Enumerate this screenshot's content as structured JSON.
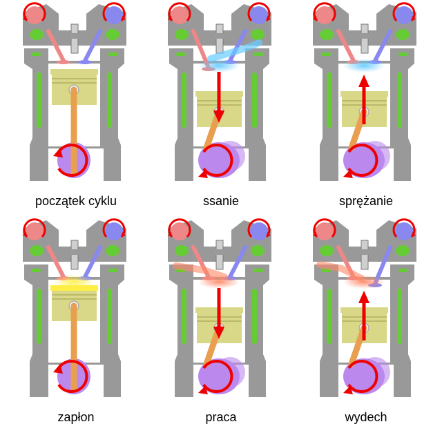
{
  "stages": [
    {
      "label": "początek cyklu",
      "piston": "top",
      "crank": "bottom",
      "intake_valve": "closed",
      "exhaust_valve": "closed",
      "intake_flow": false,
      "exhaust_flow": false,
      "chamber": "none",
      "piston_arrow": "none",
      "crank_rotation_arrow": true
    },
    {
      "label": "ssanie",
      "piston": "bottom",
      "crank": "top",
      "intake_valve": "open",
      "exhaust_valve": "closed",
      "intake_flow": true,
      "exhaust_flow": false,
      "chamber": "intake",
      "piston_arrow": "down",
      "crank_rotation_arrow": true
    },
    {
      "label": "sprężanie",
      "piston": "bottom",
      "crank": "top",
      "intake_valve": "closed",
      "exhaust_valve": "closed",
      "intake_flow": false,
      "exhaust_flow": false,
      "chamber": "intake",
      "piston_arrow": "up",
      "crank_rotation_arrow": true
    },
    {
      "label": "zapłon",
      "piston": "top",
      "crank": "bottom",
      "intake_valve": "closed",
      "exhaust_valve": "closed",
      "intake_flow": false,
      "exhaust_flow": false,
      "chamber": "ignition",
      "piston_arrow": "none",
      "crank_rotation_arrow": true
    },
    {
      "label": "praca",
      "piston": "bottom",
      "crank": "top",
      "intake_valve": "closed",
      "exhaust_valve": "closed",
      "intake_flow": false,
      "exhaust_flow": true,
      "chamber": "exhaust",
      "piston_arrow": "down",
      "crank_rotation_arrow": true
    },
    {
      "label": "wydech",
      "piston": "bottom",
      "crank": "top",
      "intake_valve": "closed",
      "exhaust_valve": "open",
      "intake_flow": false,
      "exhaust_flow": true,
      "chamber": "exhaust",
      "piston_arrow": "up",
      "crank_rotation_arrow": true
    }
  ],
  "colors": {
    "block": "#999999",
    "block_dark": "#777777",
    "coolant": "#66cc33",
    "piston": "#d8d888",
    "rod": "#e8a050",
    "crank": "#bb88ee",
    "arrow": "#ee0000",
    "intake_cam": "#ee8888",
    "exhaust_cam": "#8888ee",
    "intake_gas": "#66ccff",
    "ignition": "#ffee44",
    "exhaust_gas": "#ff8866"
  }
}
